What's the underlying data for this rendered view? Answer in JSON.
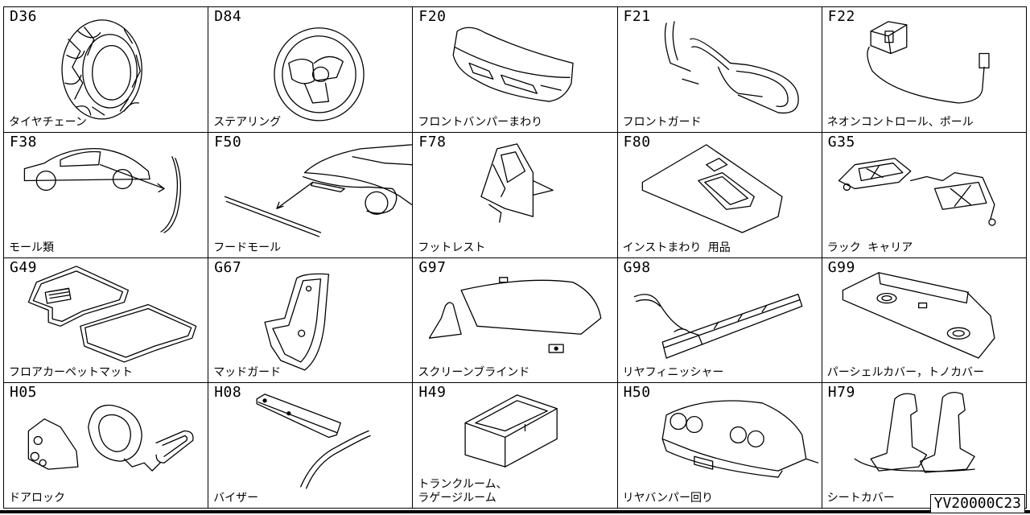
{
  "cells": [
    {
      "code": "D36",
      "label": "タイヤチェーン",
      "icon": "tire-chain-icon"
    },
    {
      "code": "D84",
      "label": "ステアリング",
      "icon": "steering-wheel-icon"
    },
    {
      "code": "F20",
      "label": "フロントバンパーまわり",
      "icon": "front-bumper-icon"
    },
    {
      "code": "F21",
      "label": "フロントガード",
      "icon": "front-guard-icon"
    },
    {
      "code": "F22",
      "label": "ネオンコントロール、ポール",
      "icon": "neon-control-icon"
    },
    {
      "code": "F38",
      "label": "モール類",
      "icon": "molding-icon"
    },
    {
      "code": "F50",
      "label": "フードモール",
      "icon": "hood-molding-icon"
    },
    {
      "code": "F78",
      "label": "フットレスト",
      "icon": "footrest-icon"
    },
    {
      "code": "F80",
      "label": "インストまわり 用品",
      "icon": "instrument-panel-icon"
    },
    {
      "code": "G35",
      "label": "ラック キャリア",
      "icon": "roof-rack-icon"
    },
    {
      "code": "G49",
      "label": "フロアカーペットマット",
      "icon": "floor-mat-icon"
    },
    {
      "code": "G67",
      "label": "マッドガード",
      "icon": "mud-guard-icon"
    },
    {
      "code": "G97",
      "label": "スクリーンブラインド",
      "icon": "screen-blind-icon"
    },
    {
      "code": "G98",
      "label": "リヤフィニッシャー",
      "icon": "rear-finisher-icon"
    },
    {
      "code": "G99",
      "label": "パーシェルカバー，トノカバー",
      "icon": "parcel-shelf-icon"
    },
    {
      "code": "H05",
      "label": "ドアロック",
      "icon": "door-lock-icon"
    },
    {
      "code": "H08",
      "label": "バイザー",
      "icon": "visor-icon"
    },
    {
      "code": "H49",
      "label": "トランクルーム、\nラゲージルーム",
      "icon": "trunk-box-icon"
    },
    {
      "code": "H50",
      "label": "リヤバンパー回り",
      "icon": "rear-bumper-icon"
    },
    {
      "code": "H79",
      "label": "シートカバー",
      "icon": "seat-cover-icon"
    }
  ],
  "footer": {
    "ref_code": "YV20000C23"
  }
}
